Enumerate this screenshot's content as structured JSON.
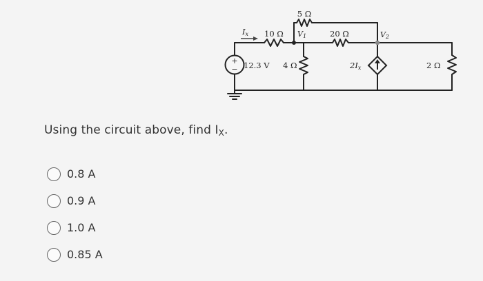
{
  "circuit": {
    "source_label": "12.3 V",
    "source_plus": "+",
    "source_minus": "−",
    "r_top": "5 Ω",
    "r_10": "10 Ω",
    "r_20": "20 Ω",
    "r_4": "4 Ω",
    "r_2": "2 Ω",
    "ix_label": "I",
    "ix_sub": "x",
    "v1_label": "V",
    "v1_sub": "1",
    "v2_label": "V",
    "v2_sub": "2",
    "dep_source_label": "2I",
    "dep_source_sub": "x"
  },
  "question": {
    "text": "Using the circuit above, find I",
    "sub": "X",
    "end": "."
  },
  "options": [
    {
      "label": "0.8 A"
    },
    {
      "label": "0.9 A"
    },
    {
      "label": "1.0 A"
    },
    {
      "label": "0.85 A"
    }
  ]
}
